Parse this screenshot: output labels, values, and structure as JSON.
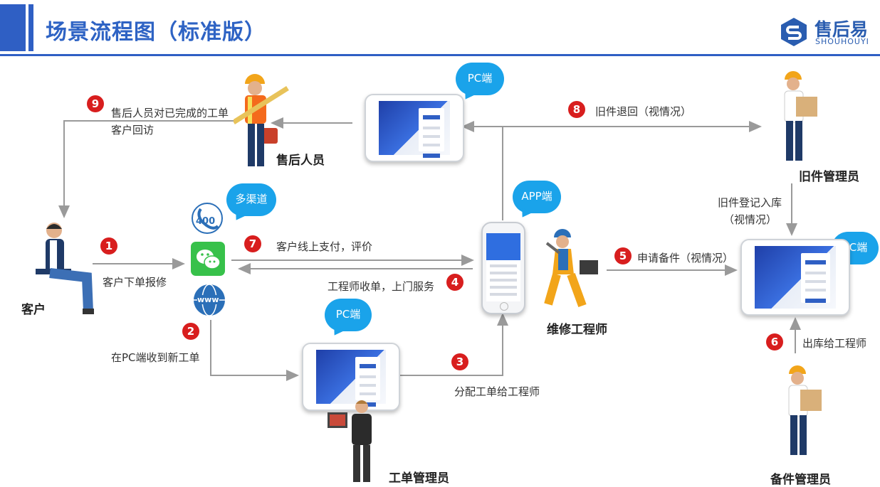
{
  "header": {
    "title": "场景流程图（标准版）",
    "logo_name": "售后易",
    "logo_sub": "SHOUHOUYI"
  },
  "roles": {
    "customer": "客户",
    "aftersales": "售后人员",
    "old_parts_manager": "旧件管理员",
    "engineer": "维修工程师",
    "order_manager": "工单管理员",
    "spare_parts_manager": "备件管理员"
  },
  "bubbles": {
    "pc_top": "PC端",
    "multichannel": "多渠道",
    "app": "APP端",
    "pc_right": "PC端",
    "pc_bottom": "PC端"
  },
  "channel_icons": {
    "phone": "400",
    "wechat": "wechat-icon",
    "web": "www"
  },
  "steps": [
    {
      "num": "1",
      "label": "客户下单报修"
    },
    {
      "num": "2",
      "label": "在PC端收到新工单"
    },
    {
      "num": "3",
      "label": "分配工单给工程师"
    },
    {
      "num": "4",
      "label": "工程师收单，上门服务"
    },
    {
      "num": "5",
      "label": "申请备件（视情况）"
    },
    {
      "num": "6",
      "label": "出库给工程师"
    },
    {
      "num": "7",
      "label": "客户线上支付，评价"
    },
    {
      "num": "8",
      "label": "旧件退回（视情况）"
    },
    {
      "num": "9",
      "label": "售后人员对已完成的工单",
      "label2": "客户回访"
    }
  ],
  "extra_labels": {
    "old_parts_inbound": "旧件登记入库",
    "old_parts_inbound2": "（视情况）"
  },
  "colors": {
    "accent": "#2f5fc4",
    "step_badge": "#d81e1e",
    "bubble": "#1aa3ea",
    "arrow": "#9a9a9a"
  }
}
